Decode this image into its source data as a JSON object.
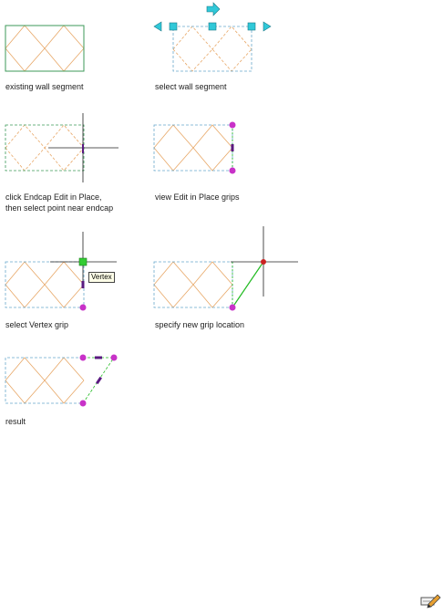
{
  "captions": {
    "existing": "existing wall segment",
    "select": "select wall segment",
    "click_line1": "click Endcap Edit in Place,",
    "click_line2": "then select point near endcap",
    "view": "view Edit in Place grips",
    "vertex": "select Vertex grip",
    "specify": "specify new grip location",
    "result": "result"
  },
  "tooltip": {
    "vertex": "Vertex"
  },
  "icons": {
    "corner": "edit-pencil-icon"
  },
  "colors": {
    "wall_border": "#3c9a5a",
    "wall_dashed": "#6aa8cc",
    "pattern": "#e8a868",
    "grip": "#c832c8",
    "arrow_grip": "#30c8d8",
    "crosshair": "#222222",
    "green_line": "#22bb22",
    "red_point": "#cc2222"
  }
}
